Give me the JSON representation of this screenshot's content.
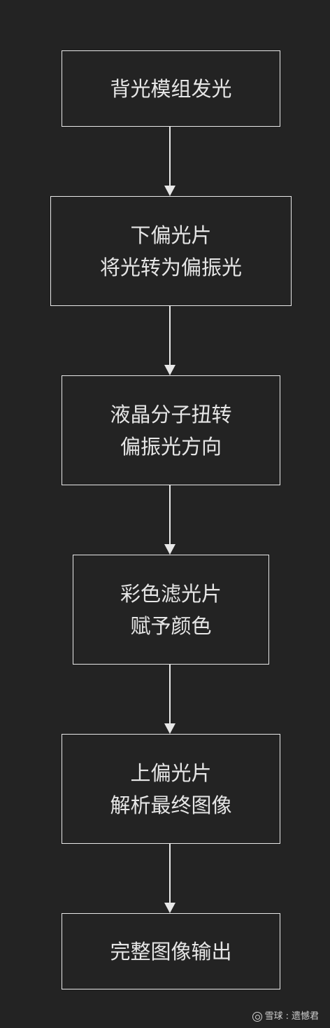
{
  "flowchart": {
    "nodes": [
      {
        "id": "backlight",
        "lines": [
          "背光模组发光"
        ]
      },
      {
        "id": "lower-polarizer",
        "lines": [
          "下偏光片",
          "将光转为偏振光"
        ]
      },
      {
        "id": "liquid-crystal",
        "lines": [
          "液晶分子扭转",
          "偏振光方向"
        ]
      },
      {
        "id": "color-filter",
        "lines": [
          "彩色滤光片",
          "赋予颜色"
        ]
      },
      {
        "id": "upper-polarizer",
        "lines": [
          "上偏光片",
          "解析最终图像"
        ]
      },
      {
        "id": "output",
        "lines": [
          "完整图像输出"
        ]
      }
    ],
    "edges": [
      {
        "from": "backlight",
        "to": "lower-polarizer"
      },
      {
        "from": "lower-polarizer",
        "to": "liquid-crystal"
      },
      {
        "from": "liquid-crystal",
        "to": "color-filter"
      },
      {
        "from": "color-filter",
        "to": "upper-polarizer"
      },
      {
        "from": "upper-polarizer",
        "to": "output"
      }
    ]
  },
  "watermark": {
    "brand": "雪球",
    "separator": ":",
    "author": "遗憾君"
  },
  "colors": {
    "background": "#232323",
    "stroke": "#e8e8e8",
    "text": "#e6e6e6"
  }
}
